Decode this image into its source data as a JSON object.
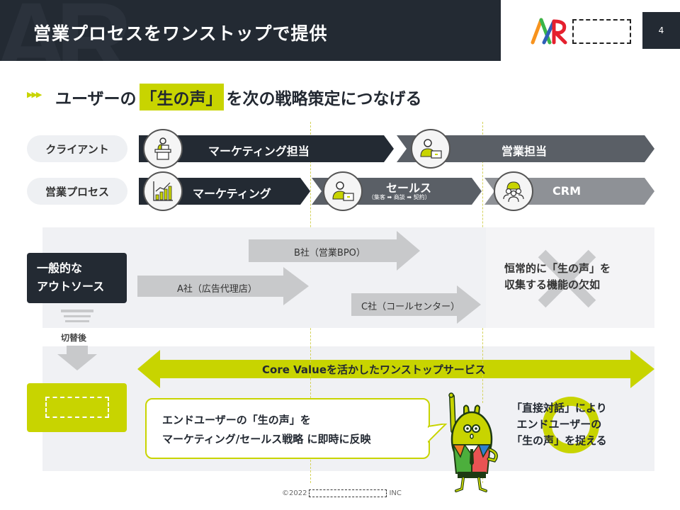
{
  "header": {
    "title": "営業プロセスをワンストップで提供",
    "watermark": "AR",
    "page_number": "4",
    "logo_colors": {
      "orange": "#f7931e",
      "green": "#39b54a",
      "blue": "#2e5fb7",
      "red": "#e5202e"
    }
  },
  "subtitle": {
    "bullet": "▶▶▶",
    "before": "ユーザーの",
    "highlight": "「生の声」",
    "after": "を次の戦略策定につなげる"
  },
  "rows": {
    "client": {
      "label": "クライアント",
      "segments": [
        {
          "label": "マーケティング担当",
          "icon": "presenter-icon"
        },
        {
          "label": "営業担当",
          "icon": "salesperson-icon"
        }
      ]
    },
    "process": {
      "label": "営業プロセス",
      "segments": [
        {
          "label": "マーケティング",
          "icon": "chart-growth-icon"
        },
        {
          "label": "セールス",
          "sublabel": "（集客 ➡ 商談 ➡ 契約）",
          "icon": "salesperson-icon"
        },
        {
          "label": "CRM",
          "icon": "team-gear-icon"
        }
      ]
    }
  },
  "outsource": {
    "label_line1": "一般的な",
    "label_line2": "アウトソース",
    "arrows": [
      {
        "label": "A社（広告代理店）"
      },
      {
        "label": "B社（営業BPO）"
      },
      {
        "label": "C社（コールセンター）"
      }
    ],
    "lack_line1": "恒常的に「生の声」を",
    "lack_line2": "収集する機能の欠如"
  },
  "switch": {
    "label": "切替後"
  },
  "service": {
    "core_label": "Core Valueを活かしたワンストップサービス",
    "speech_line1": "エンドユーザーの「生の声」を",
    "speech_line2": "マーケティング/セールス戦略 に即時に反映",
    "direct_line1": "「直接対話」により",
    "direct_line2": "エンドユーザーの",
    "direct_line3": "「生の声」を捉える"
  },
  "footer": {
    "copyright": "©2022",
    "suffix": "INC"
  },
  "colors": {
    "dark": "#232a33",
    "lime": "#c8d400",
    "mid_gray": "#5a5f66",
    "light_gray": "#8e9196",
    "panel": "#f0f1f4"
  }
}
